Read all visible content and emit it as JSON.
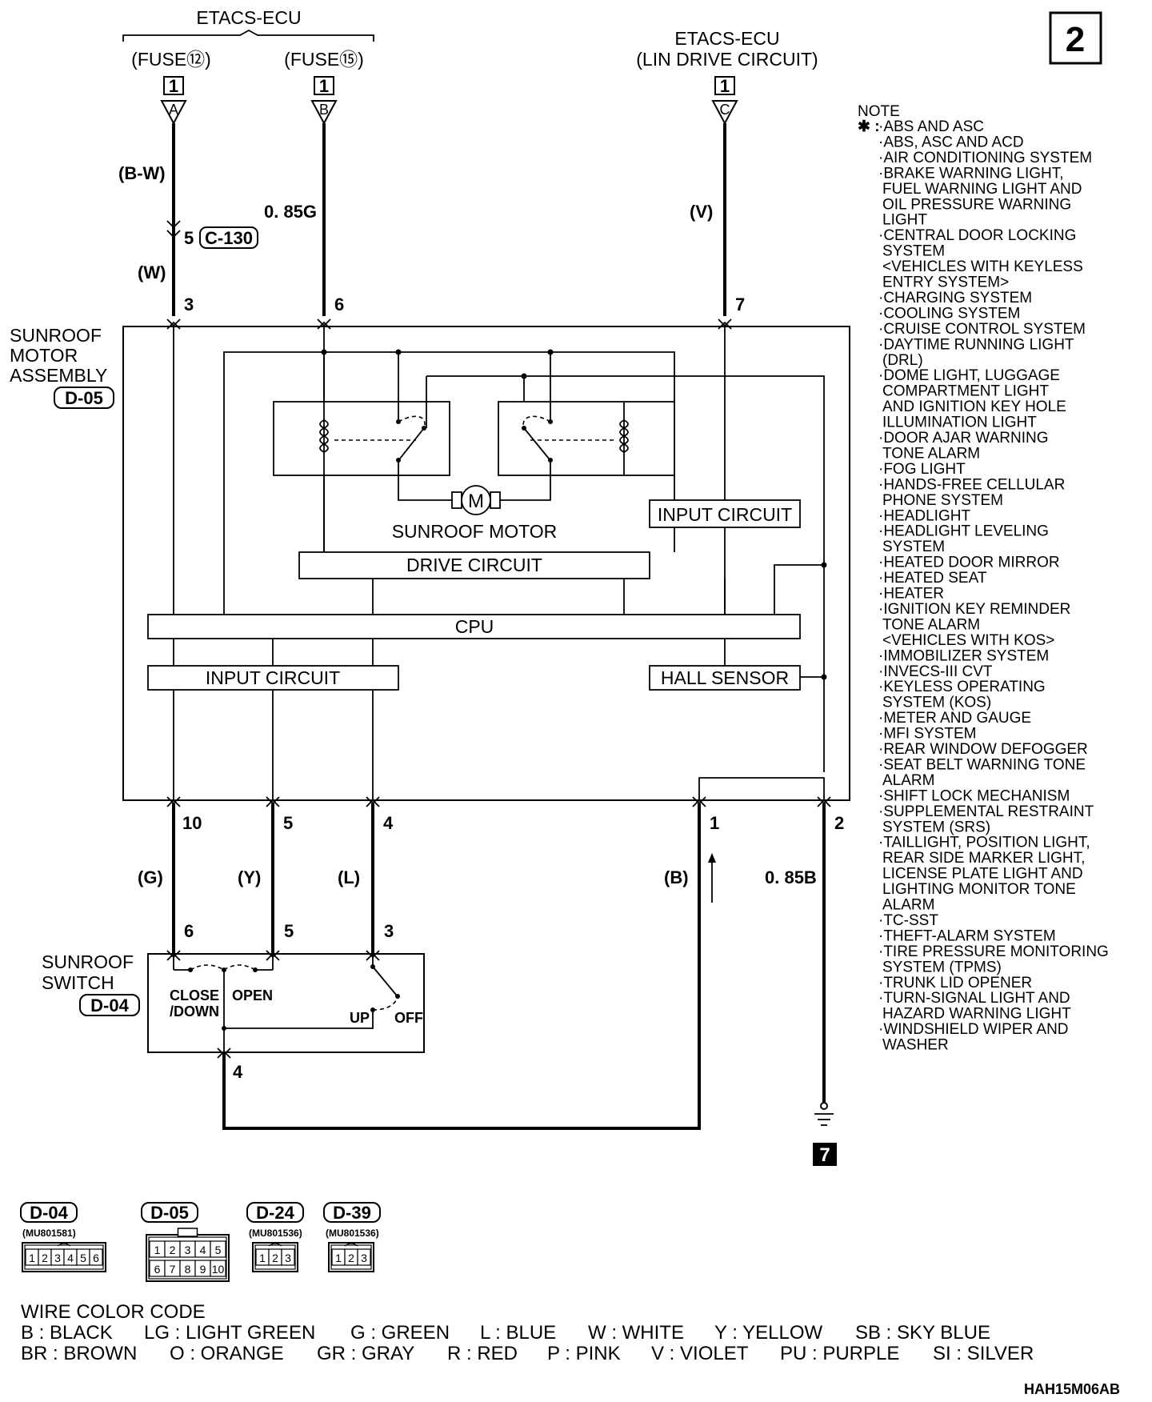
{
  "page_number": "2",
  "top_sources": {
    "etacs_ecu_label": "ETACS-ECU",
    "fuse12": "(FUSE⑫)",
    "fuse15": "(FUSE⑮)",
    "lin_label": "ETACS-ECU",
    "lin_sub": "(LIN DRIVE CIRCUIT)",
    "box_num": "1",
    "conn_a": "A",
    "conn_b": "B",
    "conn_c": "C"
  },
  "wires": {
    "bw": "(B-W)",
    "w": "(W)",
    "g085": "0. 85G",
    "v": "(V)",
    "g": "(G)",
    "y": "(Y)",
    "l": "(L)",
    "b": "(B)",
    "b085": "0. 85B"
  },
  "pins": {
    "p5c": "5",
    "c130": "C-130",
    "p3": "3",
    "p6": "6",
    "p7": "7",
    "p10": "10",
    "p5": "5",
    "p4": "4",
    "p1": "1",
    "p2": "2",
    "s6": "6",
    "s5": "5",
    "s3": "3",
    "s4": "4"
  },
  "assembly": {
    "name1": "SUNROOF",
    "name2": "MOTOR",
    "name3": "ASSEMBLY",
    "code": "D-05",
    "motor_label": "SUNROOF MOTOR",
    "motor_symbol": "M",
    "drive_circuit": "DRIVE CIRCUIT",
    "input_circuit_right": "INPUT CIRCUIT",
    "cpu": "CPU",
    "input_circuit_left": "INPUT CIRCUIT",
    "hall_sensor": "HALL SENSOR"
  },
  "switch": {
    "name1": "SUNROOF",
    "name2": "SWITCH",
    "code": "D-04",
    "close": "CLOSE",
    "down": "/DOWN",
    "open": "OPEN",
    "up": "UP",
    "off": "OFF"
  },
  "ground_num": "7",
  "note": {
    "title": "NOTE",
    "star": "✱ :",
    "items": [
      "·ABS AND ASC",
      "·ABS, ASC AND ACD",
      "·AIR CONDITIONING SYSTEM",
      "·BRAKE WARNING LIGHT,",
      "FUEL WARNING LIGHT AND",
      "OIL PRESSURE WARNING",
      "LIGHT",
      "·CENTRAL DOOR LOCKING",
      "SYSTEM",
      "<VEHICLES WITH KEYLESS",
      "ENTRY SYSTEM>",
      "·CHARGING SYSTEM",
      "·COOLING SYSTEM",
      "·CRUISE CONTROL SYSTEM",
      "·DAYTIME RUNNING LIGHT",
      "(DRL)",
      "·DOME LIGHT, LUGGAGE",
      "COMPARTMENT LIGHT",
      "AND IGNITION KEY HOLE",
      "ILLUMINATION LIGHT",
      "·DOOR AJAR WARNING",
      "TONE ALARM",
      "·FOG LIGHT",
      "·HANDS-FREE CELLULAR",
      "PHONE SYSTEM",
      "·HEADLIGHT",
      "·HEADLIGHT LEVELING",
      "SYSTEM",
      "·HEATED DOOR MIRROR",
      "·HEATED SEAT",
      "·HEATER",
      "·IGNITION KEY REMINDER",
      "TONE ALARM",
      "<VEHICLES WITH KOS>",
      "·IMMOBILIZER SYSTEM",
      "·INVECS-III CVT",
      "·KEYLESS OPERATING",
      "SYSTEM (KOS)",
      "·METER AND GAUGE",
      "·MFI SYSTEM",
      "·REAR WINDOW DEFOGGER",
      "·SEAT BELT WARNING TONE",
      "ALARM",
      "·SHIFT LOCK MECHANISM",
      "·SUPPLEMENTAL RESTRAINT",
      "SYSTEM (SRS)",
      "·TAILLIGHT, POSITION LIGHT,",
      "REAR SIDE MARKER LIGHT,",
      "LICENSE PLATE LIGHT AND",
      "LIGHTING MONITOR TONE",
      "ALARM",
      "·TC-SST",
      "·THEFT-ALARM SYSTEM",
      "·TIRE PRESSURE MONITORING",
      "SYSTEM (TPMS)",
      "·TRUNK LID OPENER",
      "·TURN-SIGNAL LIGHT AND",
      "HAZARD WARNING LIGHT",
      "·WINDSHIELD WIPER AND",
      "WASHER"
    ]
  },
  "connectors": [
    {
      "code": "D-04",
      "part": "(MU801581)",
      "pins": [
        "1",
        "2",
        "3",
        "4",
        "5",
        "6"
      ]
    },
    {
      "code": "D-05",
      "part": "",
      "pins": [
        "1",
        "2",
        "3",
        "4",
        "5",
        "6",
        "7",
        "8",
        "9",
        "10"
      ]
    },
    {
      "code": "D-24",
      "part": "(MU801536)",
      "pins": [
        "1",
        "2",
        "3"
      ]
    },
    {
      "code": "D-39",
      "part": "(MU801536)",
      "pins": [
        "1",
        "2",
        "3"
      ]
    }
  ],
  "wire_color_code": {
    "title": "WIRE COLOR CODE",
    "row1": [
      "B : BLACK",
      "LG : LIGHT GREEN",
      "G : GREEN",
      "L : BLUE",
      "W : WHITE",
      "Y : YELLOW",
      "SB : SKY BLUE"
    ],
    "row2": [
      "BR : BROWN",
      "O : ORANGE",
      "GR : GRAY",
      "R : RED",
      "P : PINK",
      "V : VIOLET",
      "PU : PURPLE",
      "SI : SILVER"
    ]
  },
  "figure_code": "HAH15M06AB"
}
